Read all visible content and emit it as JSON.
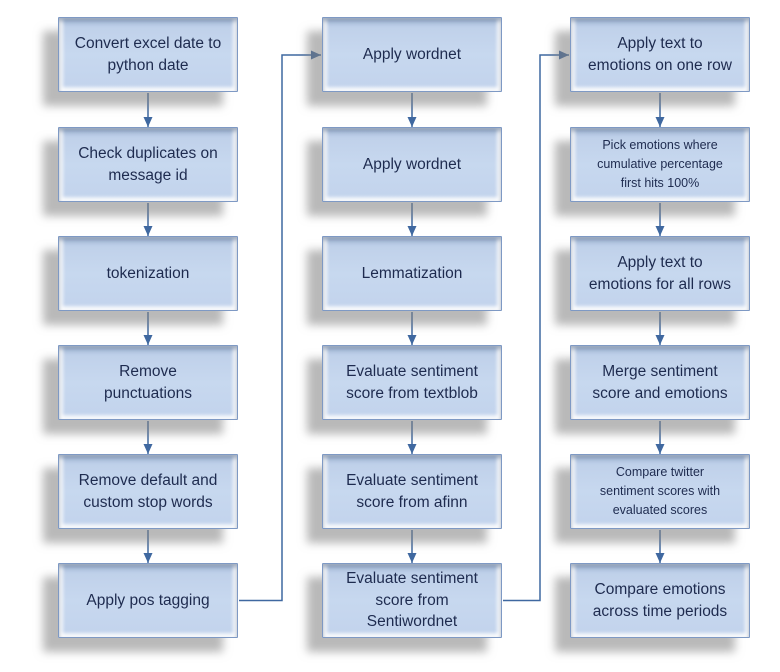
{
  "colors": {
    "box_fill": "#c7d8ef",
    "box_fill_top": "#a9bedb",
    "box_border": "#7e99c4",
    "arrow": "#3f68a0",
    "text": "#1e2b4f",
    "shadow": "rgba(127,127,127,0.55)"
  },
  "diagram": {
    "columns": [
      {
        "boxes": [
          {
            "label": "Convert excel date to\npython date"
          },
          {
            "label": "Check duplicates on\nmessage id"
          },
          {
            "label": "tokenization"
          },
          {
            "label": "Remove\npunctuations"
          },
          {
            "label": "Remove default and\ncustom stop words"
          },
          {
            "label": "Apply pos tagging"
          }
        ]
      },
      {
        "boxes": [
          {
            "label": "Apply wordnet"
          },
          {
            "label": "Apply wordnet"
          },
          {
            "label": "Lemmatization"
          },
          {
            "label": "Evaluate sentiment\nscore from textblob"
          },
          {
            "label": "Evaluate sentiment\nscore from afinn"
          },
          {
            "label": "Evaluate sentiment\nscore from\nSentiwordnet"
          }
        ]
      },
      {
        "boxes": [
          {
            "label": "Apply text to\nemotions on one row"
          },
          {
            "label": "Pick emotions where\ncumulative percentage\nfirst hits 100%"
          },
          {
            "label": "Apply text to\nemotions for all rows"
          },
          {
            "label": "Merge sentiment\nscore and emotions"
          },
          {
            "label": "Compare twitter\nsentiment scores with\nevaluated scores"
          },
          {
            "label": "Compare emotions\nacross time periods"
          }
        ]
      }
    ],
    "edges": {
      "within_columns": "each box connects with a downward arrow to the box directly below it",
      "column_links": [
        {
          "from": "Apply pos tagging",
          "to": "Apply wordnet"
        },
        {
          "from": "Evaluate sentiment score from Sentiwordnet",
          "to": "Apply text to emotions on one row"
        }
      ]
    }
  }
}
